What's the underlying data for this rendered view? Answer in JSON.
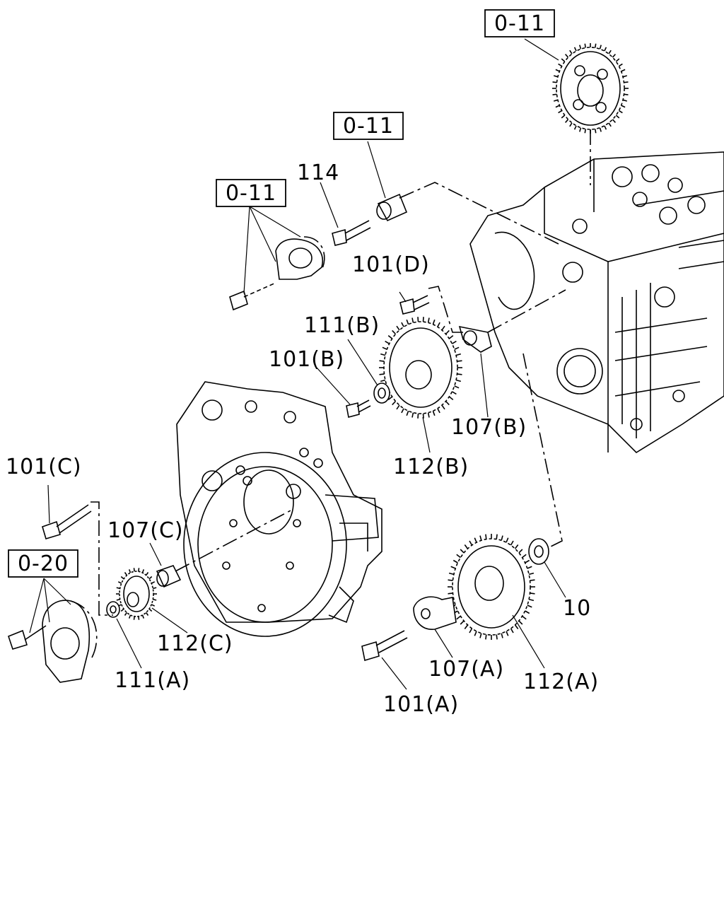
{
  "ref_boxes": [
    {
      "id": "ref-box-top",
      "label": "0-11"
    },
    {
      "id": "ref-box-mid",
      "label": "0-11"
    },
    {
      "id": "ref-box-left",
      "label": "0-11"
    },
    {
      "id": "ref-box-bottom",
      "label": "0-20"
    }
  ],
  "callouts": [
    {
      "id": "114",
      "label": "114"
    },
    {
      "id": "101d",
      "label": "101(D)"
    },
    {
      "id": "111b",
      "label": "111(B)"
    },
    {
      "id": "101b",
      "label": "101(B)"
    },
    {
      "id": "107b",
      "label": "107(B)"
    },
    {
      "id": "112b",
      "label": "112(B)"
    },
    {
      "id": "101c",
      "label": "101(C)"
    },
    {
      "id": "107c",
      "label": "107(C)"
    },
    {
      "id": "112c",
      "label": "112(C)"
    },
    {
      "id": "111a",
      "label": "111(A)"
    },
    {
      "id": "10",
      "label": "10"
    },
    {
      "id": "107a",
      "label": "107(A)"
    },
    {
      "id": "112a",
      "label": "112(A)"
    },
    {
      "id": "101a",
      "label": "101(A)"
    }
  ]
}
